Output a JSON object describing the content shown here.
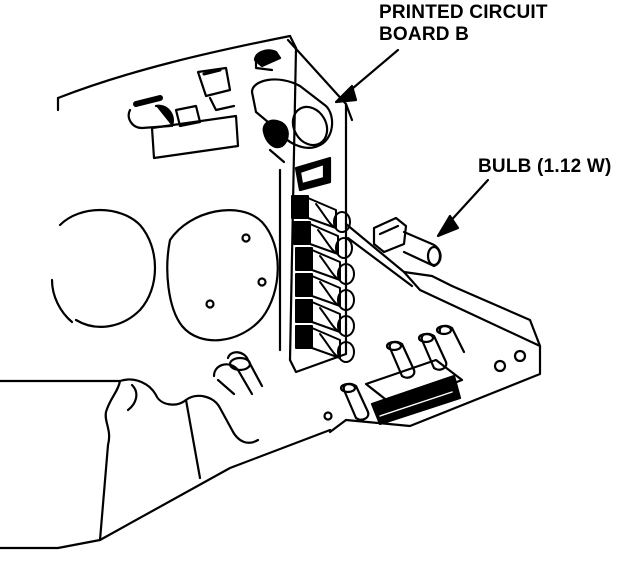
{
  "labels": {
    "board_line1": "PRINTED CIRCUIT",
    "board_line2": "BOARD B",
    "bulb": "BULB (1.12 W)"
  },
  "colors": {
    "ink": "#000000",
    "paper": "#ffffff"
  },
  "callouts": [
    "printed-circuit-board-b",
    "bulb"
  ]
}
